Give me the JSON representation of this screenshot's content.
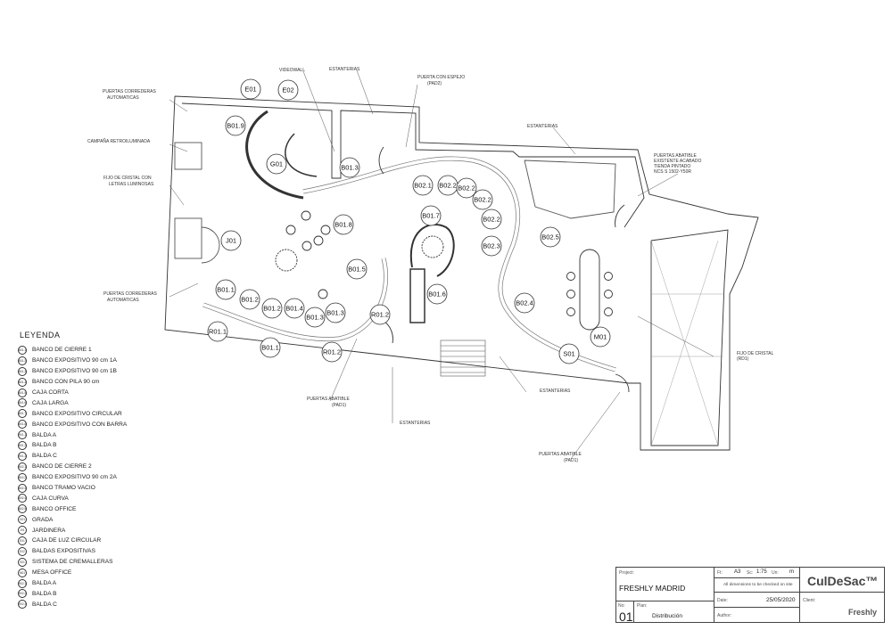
{
  "annotations": [
    "VIDEOWALL",
    "ESTANTERIAS",
    "PUERTAS CORREDERAS",
    "AUTOMATICAS",
    "CAMPAÑA RETROILUMINADA",
    "FIJO DE CRISTAL CON",
    "LETRAS LUMINOSAS",
    "PUERTA CON ESPEJO",
    "(PAD2)",
    "ESTANTERIAS",
    "PUERTAS ABATIBLE",
    "EXISTENTE ACABADO",
    "TIENDA PINTADO",
    "NCS S 1502-Y50R",
    "PUERTAS CORREDERAS",
    "AUTOMATICAS",
    "FIJO DE CRISTAL",
    "(RD1)",
    "PUERTAS ABATIBLE",
    "(PAD1)",
    "ESTANTERIAS",
    "ESTANTERIAS",
    "PUERTAS ABATIBLE",
    "(PAD1)"
  ],
  "tags": [
    "E01",
    "E02",
    "B01.9",
    "G01",
    "B01.3",
    "B02.1",
    "B02.2",
    "B02.2",
    "B02.2",
    "B01.7",
    "B02.2",
    "B01.8",
    "J01",
    "B02.3",
    "B02.5",
    "B01.5",
    "B01.6",
    "B01.1",
    "B01.2",
    "B01.2",
    "B01.4",
    "B01.3",
    "B01.3",
    "B02.4",
    "R01.2",
    "M01",
    "R01.1",
    "B01.1",
    "R01.2",
    "S01"
  ],
  "legend": {
    "title": "LEYENDA",
    "items": [
      {
        "code": "B01.1",
        "label": "BANCO DE CIERRE 1"
      },
      {
        "code": "B01.2",
        "label": "BANCO EXPOSITIVO 90 cm 1A"
      },
      {
        "code": "B01.3",
        "label": "BANCO EXPOSITIVO 90 cm 1B"
      },
      {
        "code": "B01.4",
        "label": "BANCO CON PILA 90 cm"
      },
      {
        "code": "B01.5",
        "label": "CAJA CORTA"
      },
      {
        "code": "B01.6",
        "label": "CAJA LARGA"
      },
      {
        "code": "B01.7",
        "label": "BANCO EXPOSITIVO CIRCULAR"
      },
      {
        "code": "B01.8",
        "label": "BANCO EXPOSITIVO CON BARRA"
      },
      {
        "code": "R01.1",
        "label": "BALDA A"
      },
      {
        "code": "R01.2",
        "label": "BALDA B"
      },
      {
        "code": "R01.3",
        "label": "BALDA C"
      },
      {
        "code": "B02.1",
        "label": "BANCO DE CIERRE 2"
      },
      {
        "code": "B02.2",
        "label": "BANCO EXPOSITIVO 90 cm 2A"
      },
      {
        "code": "B02.3",
        "label": "BANCO TRAMO VACIO"
      },
      {
        "code": "B02.4",
        "label": "CAJA CURVA"
      },
      {
        "code": "B02.5",
        "label": "BANCO OFFICE"
      },
      {
        "code": "G01",
        "label": "GRADA"
      },
      {
        "code": "J01",
        "label": "JARDINERA"
      },
      {
        "code": "E01",
        "label": "CAJA DE LUZ CIRCULAR"
      },
      {
        "code": "E02",
        "label": "BALDAS EXPOSITIVAS"
      },
      {
        "code": "S01",
        "label": "SISTEMA DE CREMALLERAS"
      },
      {
        "code": "M01",
        "label": "MESA OFFICE"
      },
      {
        "code": "R02.1",
        "label": "BALDA A"
      },
      {
        "code": "R02.2",
        "label": "BALDA B"
      },
      {
        "code": "R02.3",
        "label": "BALDA C"
      }
    ]
  },
  "title_block": {
    "project_caption": "Project:",
    "project": "FRESHLY MADRID",
    "ft_caption": "Ft:",
    "ft": "A3",
    "sc_caption": "Sc:",
    "sc": "1:75",
    "un_caption": "Un:",
    "un": "m",
    "note": "All dimensions to be checked on site",
    "no_caption": "No:",
    "no": "01",
    "plan_caption": "Plan:",
    "plan": "Distribución",
    "date_caption": "Date:",
    "date": "25/05/2020",
    "author_caption": "Author:",
    "brand": "CulDeSac™",
    "client_caption": "Client:",
    "client": "Freshly"
  }
}
